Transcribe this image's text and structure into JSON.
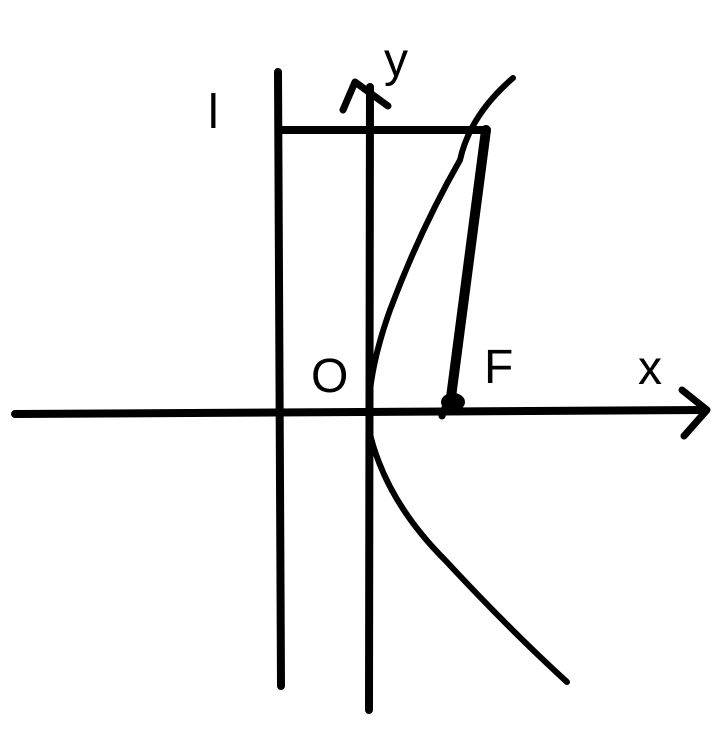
{
  "diagram": {
    "labels": {
      "directrix": "l",
      "y_axis": "y",
      "x_axis": "x",
      "origin": "O",
      "focus": "F"
    },
    "colors": {
      "ink": "#000000",
      "background": "#ffffff"
    }
  }
}
